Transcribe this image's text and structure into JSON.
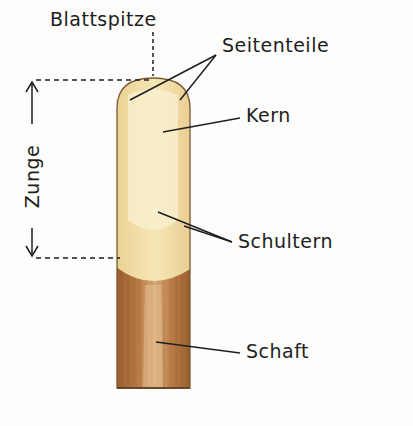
{
  "diagram": {
    "labels": [
      "Blattspitze",
      "Seitenteile",
      "Kern",
      "Schultern",
      "Schaft",
      "Zunge"
    ]
  }
}
